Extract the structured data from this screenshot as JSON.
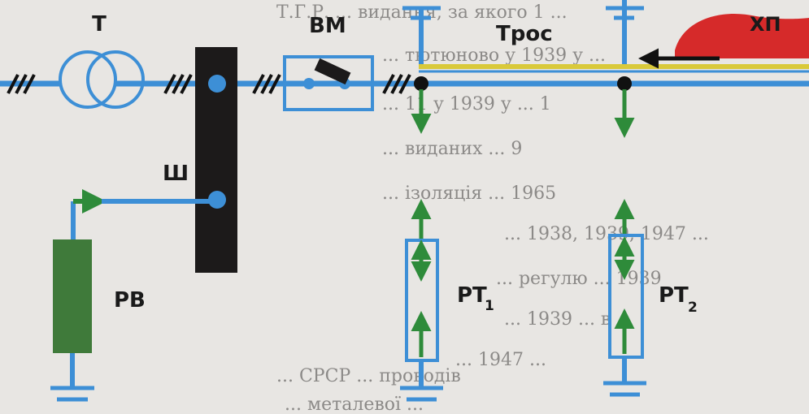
{
  "labels": {
    "transformer": "Т",
    "breaker": "ВМ",
    "busbar": "Ш",
    "cable": "Трос",
    "arrester": "РВ",
    "tube_arrester_1": "РТ",
    "tube_arrester_1_sub": "1",
    "tube_arrester_2": "РТ",
    "tube_arrester_2_sub": "2",
    "storm_cloud": "ХП"
  },
  "background_text": [
    "Т.Г.Р. ... видання, за якого 1 ...",
    "... тютюново у 1939 у ...",
    "... 11 у 1939 у ... 1",
    "... виданих ... 9",
    "... ізоляція ... 1965",
    "... 1938, 1939, 1947 ...",
    "... регулю ... 1939",
    "... 1939 ... в ...",
    "... 1947 ...",
    "... СРСР ... проводів",
    "... металевої ..."
  ],
  "colors": {
    "line_blue": "#3d8fd6",
    "arrow_green": "#2e8b3a",
    "arrester_green": "#3f7a3a",
    "busbar_black": "#1c1a1a",
    "cloud_red": "#d62a2a",
    "cable_yellow": "#d9c93a",
    "background": "#e8e6e3"
  }
}
